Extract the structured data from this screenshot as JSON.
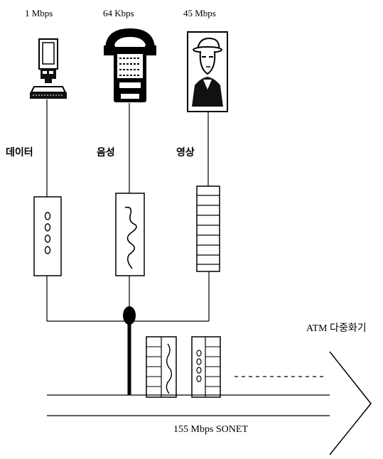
{
  "sources": [
    {
      "rate": "1 Mbps",
      "label": "데이터",
      "icon": "computer-terminal-icon"
    },
    {
      "rate": "64 Kbps",
      "label": "음성",
      "icon": "telephone-icon"
    },
    {
      "rate": "45 Mbps",
      "label": "영상",
      "icon": "person-portrait-icon"
    }
  ],
  "multiplexer": {
    "label": "ATM 다중화기"
  },
  "link": {
    "label": "155 Mbps SONET"
  }
}
